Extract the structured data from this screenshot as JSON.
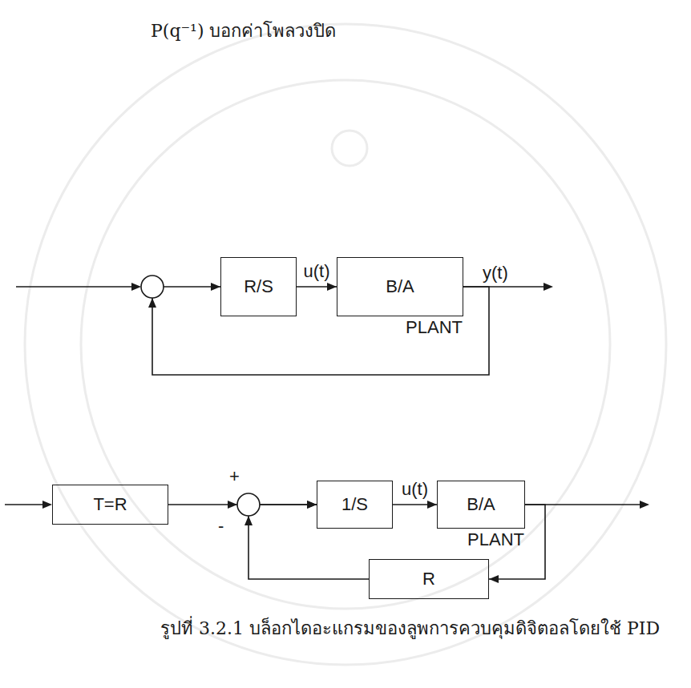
{
  "diagram": {
    "caption": "รูปที่ 3.2.1 บล็อกไดอะแกรมของลูพการควบคุมดิจิตอลโดยใช้ PID",
    "nodes": [
      {
        "text": [
          "R/S"
        ]
      },
      {
        "text": [
          "B/A",
          "PLANT"
        ]
      },
      {
        "text": [
          "T=R"
        ]
      },
      {
        "text": [
          "1/S"
        ]
      },
      {
        "text": [
          "B/A",
          "PLANT"
        ]
      },
      {
        "text": [
          "R"
        ]
      }
    ],
    "edges": [
      {
        "from": 0,
        "to": 1,
        "arrow": "to",
        "label": "u(t)"
      },
      {
        "from": 1,
        "to": 0,
        "arrow": "to"
      },
      {
        "from": 2,
        "to": 3,
        "arrow": "to"
      },
      {
        "from": 3,
        "to": 4,
        "arrow": "to",
        "label": "u(t)"
      },
      {
        "from": 4,
        "to": 5,
        "arrow": "to"
      },
      {
        "from": 5,
        "to": 3,
        "arrow": "to"
      }
    ],
    "labels": [
      "P(q⁻¹) บอกค่าโพลวงปิด",
      "y(t)",
      "+",
      "-"
    ]
  }
}
